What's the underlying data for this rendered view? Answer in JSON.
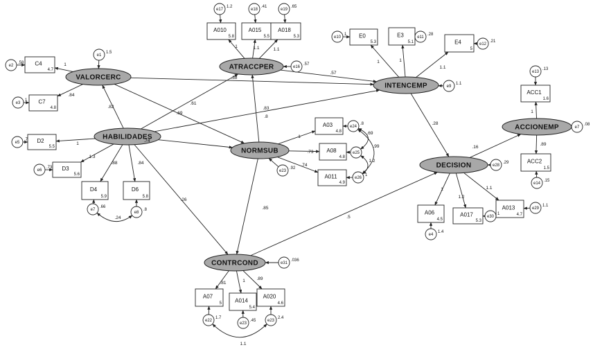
{
  "colors": {
    "latent_fill": "#a8a8a8",
    "stroke": "#222222",
    "background": "#ffffff"
  },
  "latents": [
    {
      "id": "valorcerc",
      "label": "VALORCERC"
    },
    {
      "id": "atraccper",
      "label": "ATRACCPER"
    },
    {
      "id": "intencemp",
      "label": "INTENCEMP"
    },
    {
      "id": "habilidades",
      "label": "HABILIDADES"
    },
    {
      "id": "normsub",
      "label": "NORMSUB"
    },
    {
      "id": "accionemp",
      "label": "ACCIONEMP"
    },
    {
      "id": "decision",
      "label": "DECISION"
    },
    {
      "id": "contrcond",
      "label": "CONTRCOND"
    }
  ],
  "indicators": [
    {
      "id": "C4",
      "label": "C4",
      "value": "4.7"
    },
    {
      "id": "C7",
      "label": "C7",
      "value": "4.8"
    },
    {
      "id": "D2",
      "label": "D2",
      "value": "5.5"
    },
    {
      "id": "D3",
      "label": "D3",
      "value": "5.6"
    },
    {
      "id": "D4",
      "label": "D4",
      "value": "5.9"
    },
    {
      "id": "D6",
      "label": "D6",
      "value": "5.8"
    },
    {
      "id": "A010",
      "label": "A010",
      "value": "5.8"
    },
    {
      "id": "A015",
      "label": "A015",
      "value": "5.5"
    },
    {
      "id": "A018",
      "label": "A018",
      "value": "5.3"
    },
    {
      "id": "E0",
      "label": "E0",
      "value": "5.3"
    },
    {
      "id": "E3",
      "label": "E3",
      "value": "5.1"
    },
    {
      "id": "E4",
      "label": "E4",
      "value": "5"
    },
    {
      "id": "A03",
      "label": "A03",
      "value": "4.8"
    },
    {
      "id": "A08",
      "label": "A08",
      "value": "4.8"
    },
    {
      "id": "A011",
      "label": "A011",
      "value": "4.9"
    },
    {
      "id": "ACC1",
      "label": "ACC1",
      "value": "1.6"
    },
    {
      "id": "ACC2",
      "label": "ACC2",
      "value": "1.5"
    },
    {
      "id": "A06",
      "label": "A06",
      "value": "4.5"
    },
    {
      "id": "A017",
      "label": "A017",
      "value": "5.3"
    },
    {
      "id": "A013",
      "label": "A013",
      "value": "4.7"
    },
    {
      "id": "A07",
      "label": "A07",
      "value": "5"
    },
    {
      "id": "A014",
      "label": "A014",
      "value": "5.4"
    },
    {
      "id": "A020",
      "label": "A020",
      "value": "4.6"
    }
  ],
  "errors": [
    {
      "id": "e_c4",
      "label": "e2",
      "value": ".58"
    },
    {
      "id": "e_c7",
      "label": "e3",
      "value": "1"
    },
    {
      "id": "e_valorcerc",
      "label": "e1",
      "value": "1.5"
    },
    {
      "id": "e_d2",
      "label": "e5",
      "value": ".7"
    },
    {
      "id": "e_d3",
      "label": "e6",
      "value": ".73"
    },
    {
      "id": "e_d4",
      "label": "e7",
      "value": ".66"
    },
    {
      "id": "e_d6",
      "label": "e8",
      "value": ".8"
    },
    {
      "id": "e_a010",
      "label": "e17",
      "value": "1.2"
    },
    {
      "id": "e_a015",
      "label": "e18",
      "value": ".41"
    },
    {
      "id": "e_a018",
      "label": "e19",
      "value": ".65"
    },
    {
      "id": "e_atraccper",
      "label": "e16",
      "value": ".57"
    },
    {
      "id": "e_e0",
      "label": "e10",
      "value": "1"
    },
    {
      "id": "e_e3",
      "label": "e11",
      "value": ".28"
    },
    {
      "id": "e_e4",
      "label": "e12",
      "value": ".21"
    },
    {
      "id": "e_intencemp",
      "label": "e9",
      "value": "1.1"
    },
    {
      "id": "e_a03",
      "label": "e24",
      "value": ".8"
    },
    {
      "id": "e_a08",
      "label": "e25",
      "value": ""
    },
    {
      "id": "e_a011",
      "label": "e26",
      "value": "1"
    },
    {
      "id": "e_normsub",
      "label": "e23",
      "value": ".92"
    },
    {
      "id": "e_acc1",
      "label": "e13",
      "value": ".13"
    },
    {
      "id": "e_acc2",
      "label": "e14",
      "value": ".15"
    },
    {
      "id": "e_accionemp",
      "label": "e7",
      "value": ".08"
    },
    {
      "id": "e_decision",
      "label": "e28",
      "value": ".29"
    },
    {
      "id": "e_a06",
      "label": "e4",
      "value": "1.4"
    },
    {
      "id": "e_a017",
      "label": "e30",
      "value": "1"
    },
    {
      "id": "e_a013",
      "label": "e29",
      "value": "1.1"
    },
    {
      "id": "e_contrcond",
      "label": "e31",
      "value": ".036"
    },
    {
      "id": "e_a07",
      "label": "e22",
      "value": "1.7"
    },
    {
      "id": "e_a014",
      "label": "e23",
      "value": ".45"
    },
    {
      "id": "e_a020",
      "label": "e23",
      "value": "2.4"
    }
  ],
  "path_labels": [
    {
      "id": "lbl_valorcerc_c4",
      "value": "1"
    },
    {
      "id": "lbl_valorcerc_c7",
      "value": ".84"
    },
    {
      "id": "lbl_hab_valorcerc",
      "value": ".82"
    },
    {
      "id": "lbl_hab_d2",
      "value": "1"
    },
    {
      "id": "lbl_hab_d3",
      "value": "1.3"
    },
    {
      "id": "lbl_hab_d4",
      "value": ".88"
    },
    {
      "id": "lbl_hab_d6",
      "value": ".84"
    },
    {
      "id": "lbl_hab_atracc",
      "value": ".61"
    },
    {
      "id": "lbl_hab_contr",
      "value": ".26"
    },
    {
      "id": "lbl_hab_intenc",
      "value": ".8"
    },
    {
      "id": "lbl_hab_mid",
      "value": ".74"
    },
    {
      "id": "lbl_valorcerc_norm",
      "value": ".69"
    },
    {
      "id": "lbl_valorcerc_intenc",
      "value": ".38"
    },
    {
      "id": "lbl_atracc_a010",
      "value": "1"
    },
    {
      "id": "lbl_atracc_a015",
      "value": "1.1"
    },
    {
      "id": "lbl_atracc_a018",
      "value": "1.1"
    },
    {
      "id": "lbl_atracc_intenc",
      "value": ".57"
    },
    {
      "id": "lbl_norm_atracc",
      "value": ".83"
    },
    {
      "id": "lbl_norm_a03",
      "value": "1"
    },
    {
      "id": "lbl_norm_a08",
      "value": ".73"
    },
    {
      "id": "lbl_norm_a011",
      "value": ".74"
    },
    {
      "id": "lbl_norm_contr",
      "value": ".85"
    },
    {
      "id": "lbl_intenc_e0",
      "value": "1"
    },
    {
      "id": "lbl_intenc_e3",
      "value": "1"
    },
    {
      "id": "lbl_intenc_e4",
      "value": "1.1"
    },
    {
      "id": "lbl_intenc_decision",
      "value": ".28"
    },
    {
      "id": "lbl_decision_accion",
      "value": ".16"
    },
    {
      "id": "lbl_accion_acc1",
      "value": "1"
    },
    {
      "id": "lbl_accion_acc2",
      "value": ".89"
    },
    {
      "id": "lbl_decision_a06",
      "value": "1"
    },
    {
      "id": "lbl_decision_a017",
      "value": "1.2"
    },
    {
      "id": "lbl_decision_a013",
      "value": "1.1"
    },
    {
      "id": "lbl_contr_decision",
      "value": ".5"
    },
    {
      "id": "lbl_contr_a07",
      "value": ".81"
    },
    {
      "id": "lbl_contr_a014",
      "value": "1"
    },
    {
      "id": "lbl_contr_a020",
      "value": ".89"
    },
    {
      "id": "lbl_cov_d4_d6",
      "value": ".24"
    },
    {
      "id": "lbl_cov_a03_a08",
      "value": ".69"
    },
    {
      "id": "lbl_cov_a03_a011",
      "value": ".99"
    },
    {
      "id": "lbl_cov_a08_a011",
      "value": "1.2"
    },
    {
      "id": "lbl_cov_a07_a020",
      "value": "1.1"
    }
  ]
}
